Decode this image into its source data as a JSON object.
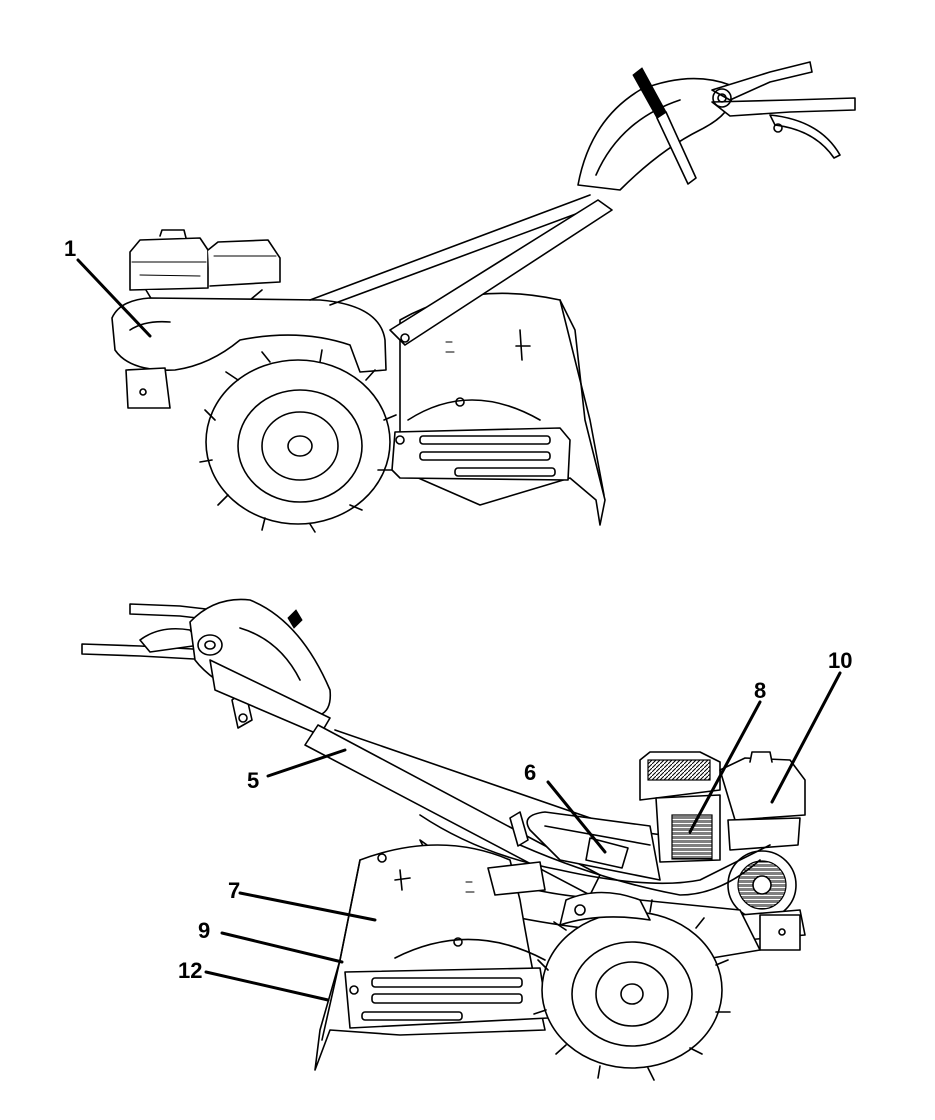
{
  "labels": {
    "l1": "1",
    "l5": "5",
    "l6": "6",
    "l7": "7",
    "l8": "8",
    "l9": "9",
    "l10": "10",
    "l12": "12"
  },
  "colors": {
    "ink": "#000000",
    "paper": "#ffffff"
  }
}
